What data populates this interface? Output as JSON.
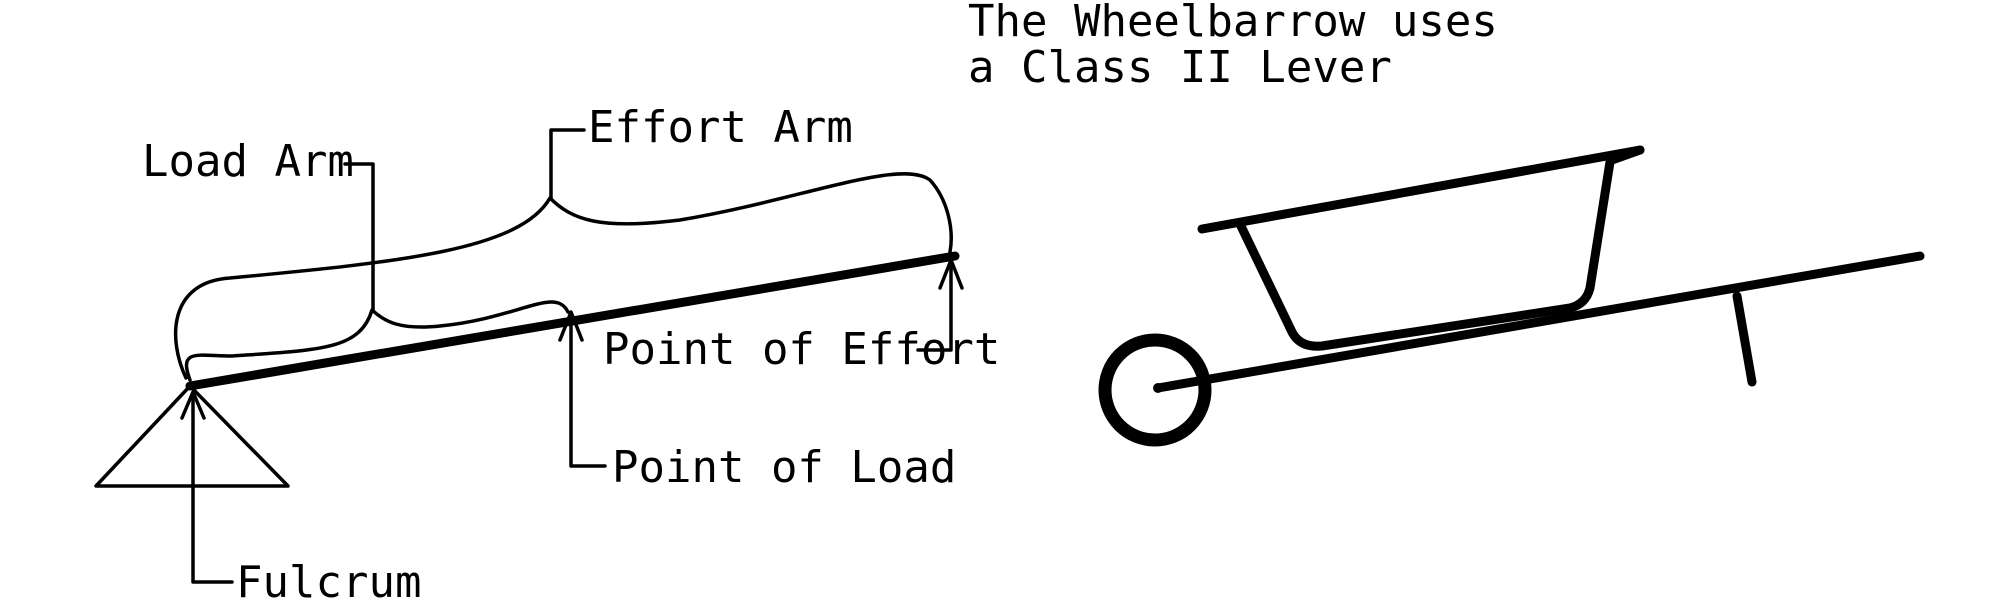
{
  "title": {
    "line1": "The Wheelbarrow uses",
    "line2": "a Class II Lever"
  },
  "labels": {
    "load_arm": "Load Arm",
    "effort_arm": "Effort Arm",
    "point_of_effort": "Point of Effort",
    "point_of_load": "Point of Load",
    "fulcrum": "Fulcrum"
  },
  "colors": {
    "ink": "#000000",
    "background": "#ffffff"
  }
}
